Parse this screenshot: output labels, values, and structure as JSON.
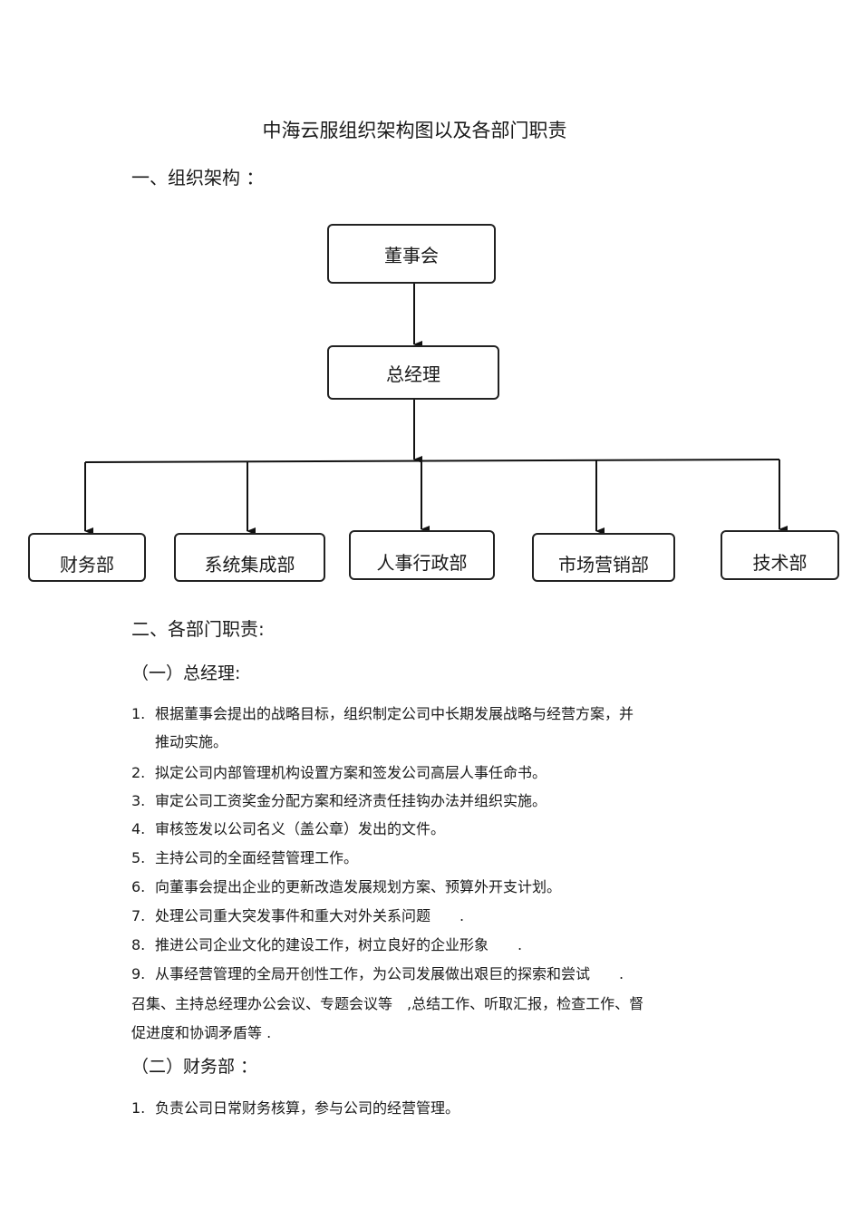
{
  "doc": {
    "title": "中海云服组织架构图以及各部门职责",
    "section1": "一、组织架构 ：",
    "section2": "二、各部门职责:"
  },
  "org": {
    "board": "董事会",
    "gm": "总经理",
    "departments": [
      "财务部",
      "系统集成部",
      "人事行政部",
      "市场营销部",
      "技术部"
    ]
  },
  "gm_section": {
    "heading": "（一）总经理:",
    "items": [
      {
        "num": "1.",
        "lines": [
          "根据董事会提出的战略目标，组织制定公司中长期发展战略与经营方案，并",
          "推动实施。"
        ]
      },
      {
        "num": "2.",
        "lines": [
          "拟定公司内部管理机构设置方案和签发公司高层人事任命书。"
        ]
      },
      {
        "num": "3.",
        "lines": [
          "审定公司工资奖金分配方案和经济责任挂钩办法并组织实施。"
        ]
      },
      {
        "num": "4.",
        "lines": [
          "审核签发以公司名义（盖公章）发出的文件。"
        ]
      },
      {
        "num": "5.",
        "lines": [
          "主持公司的全面经营管理工作。"
        ]
      },
      {
        "num": "6.",
        "lines": [
          "向董事会提出企业的更新改造发展规划方案、预算外开支计划。"
        ]
      },
      {
        "num": "7.",
        "lines": [
          "处理公司重大突发事件和重大对外关系问题　　."
        ]
      },
      {
        "num": "8.",
        "lines": [
          "推进公司企业文化的建设工作，树立良好的企业形象　　."
        ]
      },
      {
        "num": "9.",
        "lines": [
          "从事经营管理的全局开创性工作，为公司发展做出艰巨的探索和尝试　　."
        ]
      }
    ],
    "paragraph": [
      "召集、主持总经理办公会议、专题会议等　,总结工作、听取汇报，检查工作、督",
      "促进度和协调矛盾等 ."
    ]
  },
  "finance_section": {
    "heading": "（二）财务部 ：",
    "items": [
      {
        "num": "1.",
        "lines": [
          "负责公司日常财务核算，参与公司的经营管理。"
        ]
      }
    ]
  }
}
